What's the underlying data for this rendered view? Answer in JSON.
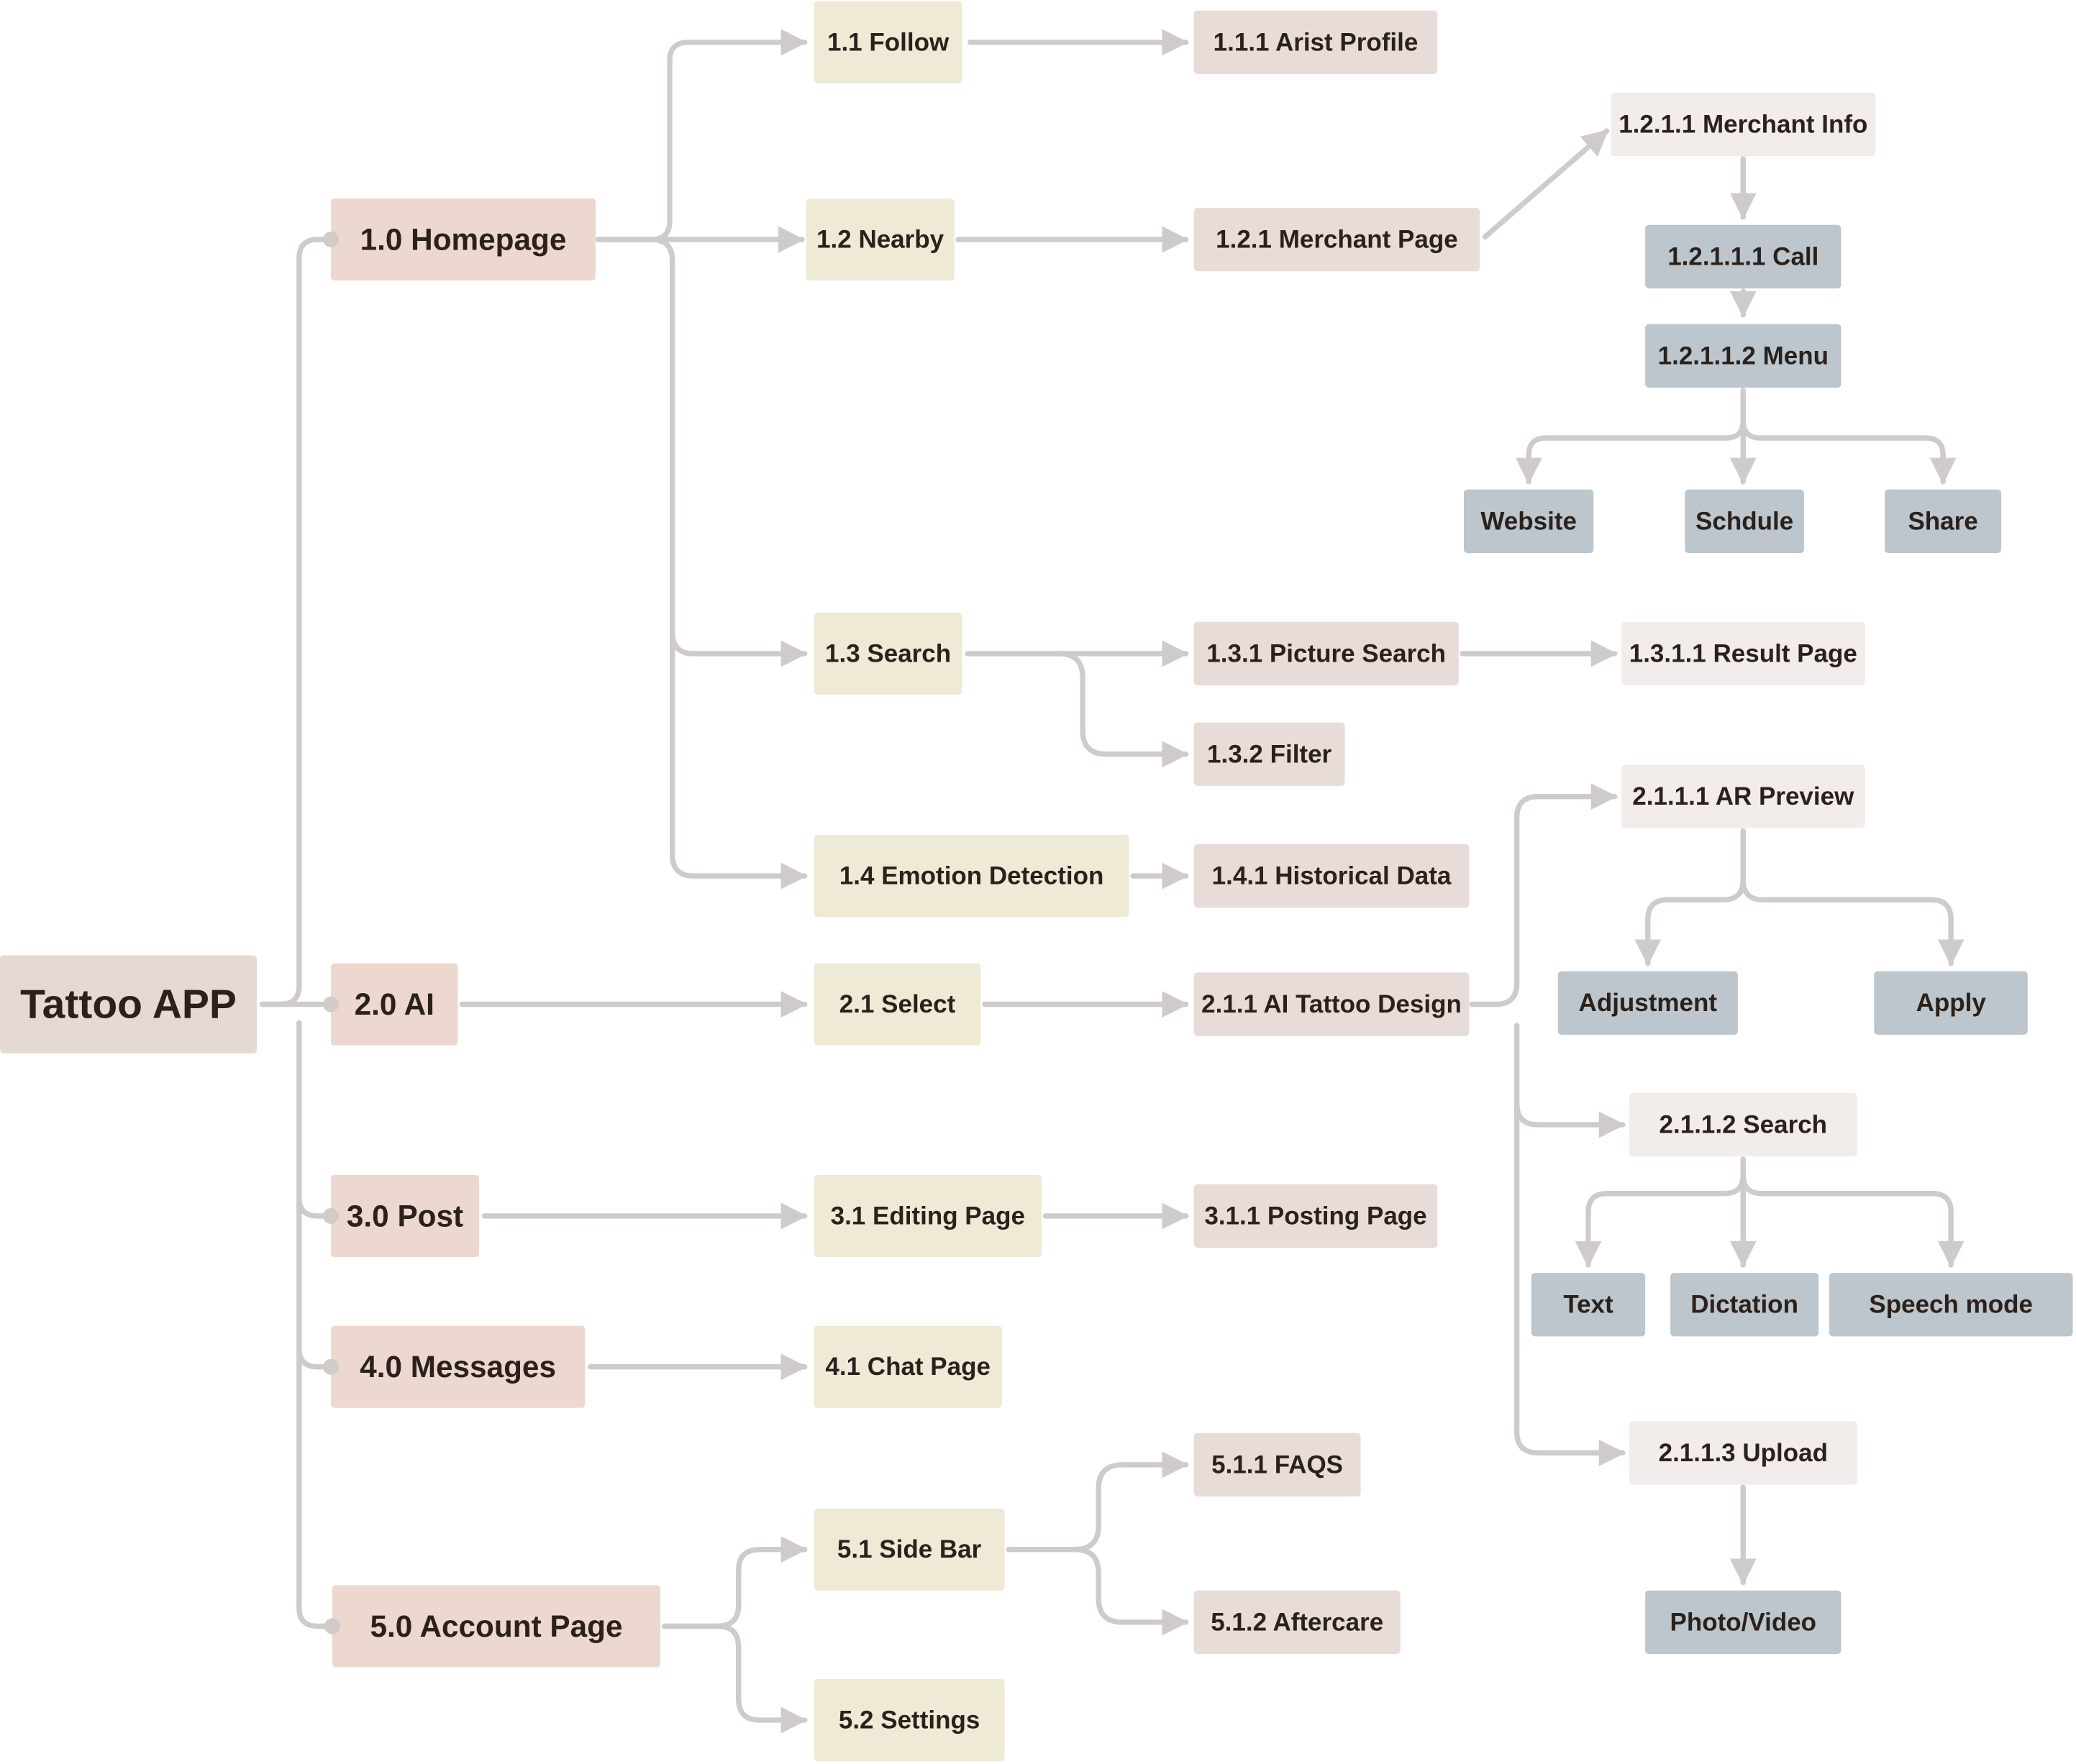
{
  "colors": {
    "root": "#e6d9d4",
    "level1": "#ecd8cf",
    "level2": "#efead5",
    "level3": "#e7dcd8",
    "level4": "#f2ecea",
    "action": "#bcc6cc",
    "connector": "#cfcbca",
    "text": "#2b211c"
  },
  "nodes": {
    "root": "Tattoo APP",
    "n1_0": "1.0 Homepage",
    "n2_0": "2.0 AI",
    "n3_0": "3.0 Post",
    "n4_0": "4.0 Messages",
    "n5_0": "5.0 Account Page",
    "n1_1": "1.1 Follow",
    "n1_2": "1.2 Nearby",
    "n1_3": "1.3 Search",
    "n1_4": "1.4 Emotion Detection",
    "n2_1": "2.1 Select",
    "n3_1": "3.1 Editing Page",
    "n4_1": "4.1 Chat Page",
    "n5_1": "5.1 Side Bar",
    "n5_2": "5.2 Settings",
    "n1_1_1": "1.1.1 Arist Profile",
    "n1_2_1": "1.2.1 Merchant Page",
    "n1_3_1": "1.3.1 Picture Search",
    "n1_3_2": "1.3.2 Filter",
    "n1_4_1": "1.4.1 Historical Data",
    "n2_1_1": "2.1.1 AI Tattoo Design",
    "n3_1_1": "3.1.1 Posting Page",
    "n5_1_1": "5.1.1 FAQS",
    "n5_1_2": "5.1.2 Aftercare",
    "n1_2_1_1": "1.2.1.1 Merchant Info",
    "n1_3_1_1": "1.3.1.1 Result Page",
    "n2_1_1_1": "2.1.1.1 AR Preview",
    "n2_1_1_2": "2.1.1.2 Search",
    "n2_1_1_3": "2.1.1.3 Upload",
    "n1_2_1_1_1": "1.2.1.1.1 Call",
    "n1_2_1_1_2": "1.2.1.1.2 Menu",
    "website": "Website",
    "schdule": "Schdule",
    "share": "Share",
    "adjustment": "Adjustment",
    "apply": "Apply",
    "text": "Text",
    "dictation": "Dictation",
    "speech_mode": "Speech mode",
    "photo_video": "Photo/Video"
  }
}
